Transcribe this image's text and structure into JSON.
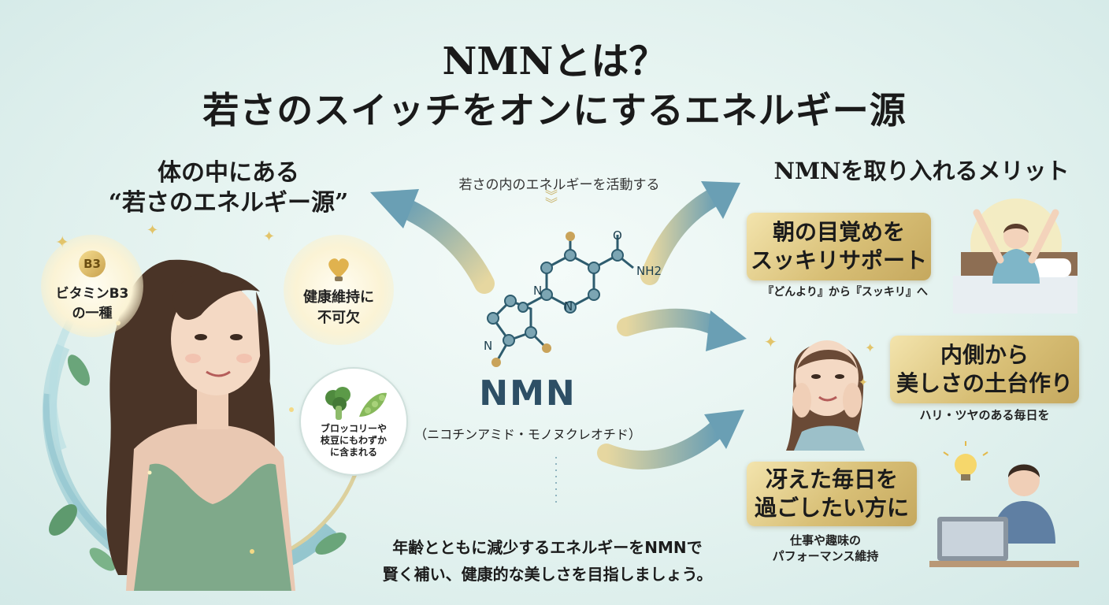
{
  "title": {
    "line1": "NMNとは？",
    "line2": "若さのスイッチをオンにするエネルギー源"
  },
  "left": {
    "heading_line1": "体の中にある",
    "heading_line2": "“若さのエネルギー源”",
    "badge_vitamin": {
      "icon_text": "B3",
      "line1": "ビタミンB3",
      "line2": "の一種"
    },
    "badge_health": {
      "line1": "健康維持に",
      "line2": "不可欠"
    },
    "badge_food": {
      "line1": "ブロッコリーや",
      "line2": "枝豆にもわずか",
      "line3": "に含まれる"
    }
  },
  "center": {
    "top_note": "若さの内のエネルギーを活動する",
    "molecule_label": "NH2",
    "molecule_n": "N",
    "molecule_o": "O",
    "name": "NMN",
    "subname": "（ニコチンアミド・モノヌクレオチド）",
    "bottom_line1": "年齢とともに減少するエネルギーをNMNで",
    "bottom_line2": "賢く補い、健康的な美しさを目指しましょう。"
  },
  "right": {
    "heading": "NMNを取り入れるメリット",
    "benefits": [
      {
        "line1": "朝の目覚めを",
        "line2": "スッキリサポート",
        "caption": "『どんより』から『スッキリ』へ"
      },
      {
        "line1": "内側から",
        "line2": "美しさの土台作り",
        "caption": "ハリ・ツヤのある毎日を"
      },
      {
        "line1": "冴えた毎日を",
        "line2": "過ごしたい方に",
        "caption_line1": "仕事や趣味の",
        "caption_line2": "パフォーマンス維持"
      }
    ]
  },
  "colors": {
    "background": "#e3f2ef",
    "gold": "#d8bf76",
    "arrow_teal": "#6a9fb4",
    "nmn_text": "#2d4f65"
  },
  "icons": [
    "sparkle-icon",
    "lightbulb-heart-icon",
    "broccoli-icon",
    "edamame-icon",
    "molecule-icon",
    "lightbulb-icon",
    "laptop-icon"
  ]
}
